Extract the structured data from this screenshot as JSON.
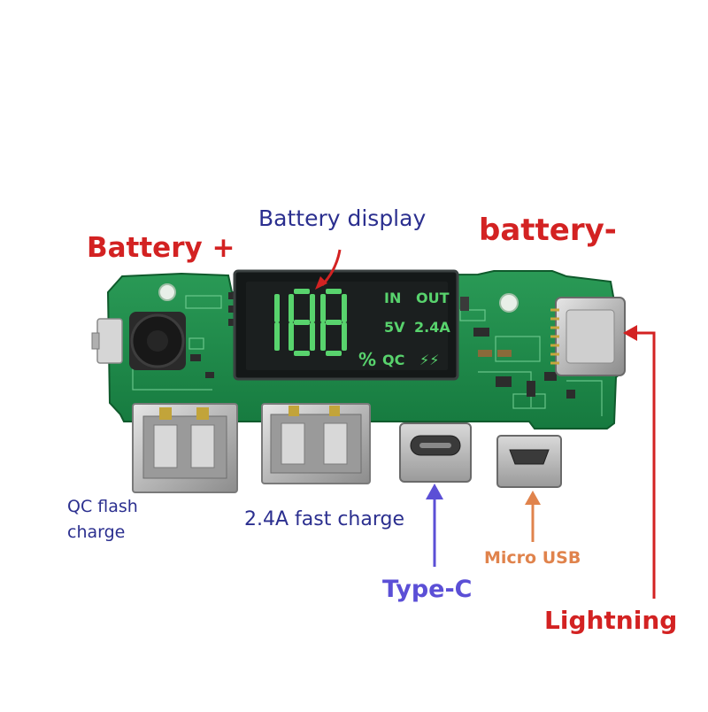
{
  "labels": {
    "battery_plus": "Battery +",
    "battery_display": "Battery display",
    "battery_minus": "battery-",
    "qc_flash_line1": "QC flash",
    "qc_flash_line2": "charge",
    "fast_charge": "2.4A fast charge",
    "micro_usb": "Micro USB",
    "type_c": "Type-C",
    "lightning": "Lightning"
  },
  "display": {
    "digits": "188",
    "percent": "%",
    "in_label": "IN",
    "out_label": "OUT",
    "voltage": "5V",
    "current": "2.4A",
    "qc_label": "QC",
    "flash_symbol": "⚡⚡"
  },
  "colors": {
    "pcb_green": "#1f8a4c",
    "display_glass": "#1b1f1f",
    "segment_green": "#58d36d",
    "red_arrow": "#d32222",
    "blue_arrow": "#5b4fd6",
    "orange_arrow": "#e0834c",
    "navy_text": "#2b2f8f"
  }
}
